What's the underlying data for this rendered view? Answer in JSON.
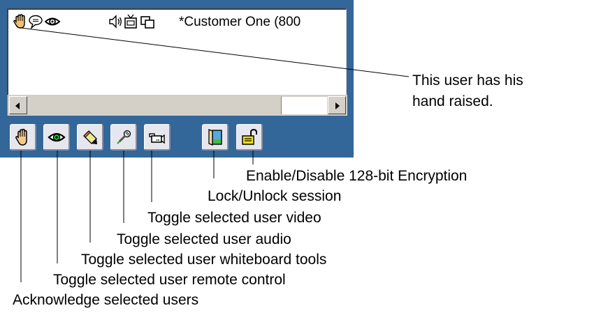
{
  "user_list": {
    "rows": [
      {
        "icons": [
          "hand-raised-icon",
          "chat-bubble-icon",
          "eye-icon",
          "speaker-icon",
          "tv-icon",
          "windows-icon"
        ],
        "name": "*Customer One  (800"
      }
    ]
  },
  "toolbar": {
    "buttons": [
      {
        "name": "acknowledge-button",
        "icon": "hand-icon",
        "label": "Acknowledge selected users"
      },
      {
        "name": "remote-control-button",
        "icon": "eye-icon",
        "label": "Toggle selected user remote control"
      },
      {
        "name": "whiteboard-tools-button",
        "icon": "pencil-eraser-icon",
        "label": "Toggle selected user whiteboard tools"
      },
      {
        "name": "audio-button",
        "icon": "microphone-icon",
        "label": "Toggle selected user audio"
      },
      {
        "name": "video-button",
        "icon": "video-camera-icon",
        "label": "Toggle selected user video"
      },
      {
        "name": "lock-session-button",
        "icon": "door-icon",
        "label": "Lock/Unlock session"
      },
      {
        "name": "encryption-button",
        "icon": "padlock-open-icon",
        "label": "Enable/Disable 128-bit Encryption"
      }
    ]
  },
  "annotations": {
    "hand_raised_line1": "This user has his",
    "hand_raised_line2": "hand raised."
  },
  "colors": {
    "panel_blue": "#336699",
    "button_face": "#e6e6ee",
    "scrollbar_gray": "#d4d0c8"
  }
}
